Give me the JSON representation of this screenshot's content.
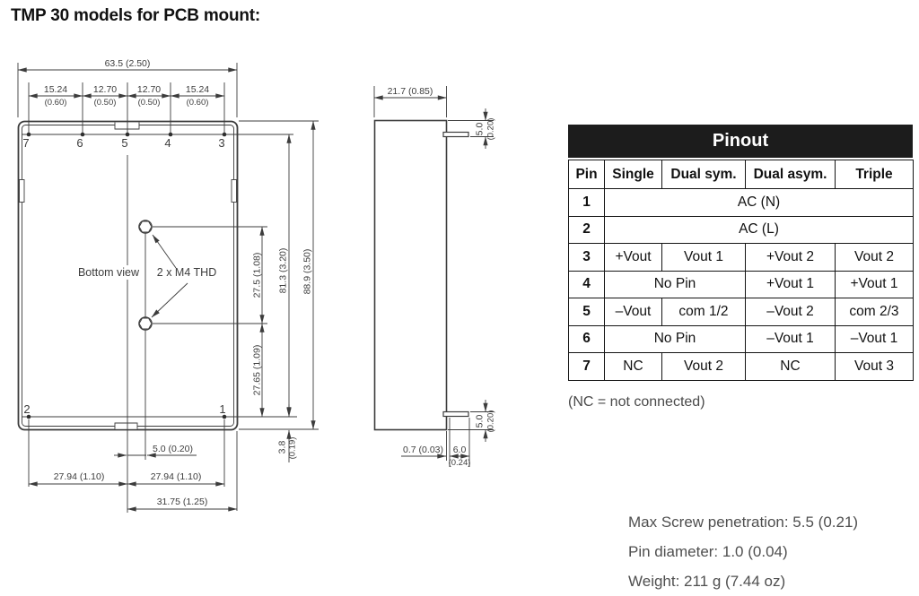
{
  "title": "TMP 30 models for PCB mount:",
  "bottom_view": {
    "view_label": "Bottom view",
    "thread_note": "2 x M4 THD",
    "pins_top": [
      "7",
      "6",
      "5",
      "4",
      "3"
    ],
    "pins_bottom": [
      "2",
      "1"
    ],
    "dim_overall_width": "63.5 (2.50)",
    "dim_pin_pitch": [
      {
        "mm": "15.24",
        "in": "(0.60)"
      },
      {
        "mm": "12.70",
        "in": "(0.50)"
      },
      {
        "mm": "12.70",
        "in": "(0.50)"
      },
      {
        "mm": "15.24",
        "in": "(0.60)"
      }
    ],
    "dim_hole_pitch": "27.5 (1.08)",
    "dim_pin_rows_span": "81.3 (3.20)",
    "dim_overall_height": "88.9 (3.50)",
    "dim_hole_to_pin_row": "27.65 (1.09)",
    "dim_pin_row_to_edge_mm": "3.8",
    "dim_pin_row_to_edge_in": "(0.19)",
    "dim_hole_offset": "5.0 (0.20)",
    "dim_pin2_to_center": "27.94 (1.10)",
    "dim_center_to_pin1": "27.94 (1.10)",
    "dim_center_to_edge": "31.75 (1.25)"
  },
  "side_view": {
    "dim_depth": "21.7 (0.85)",
    "dim_pin_top_mm": "5.0",
    "dim_pin_top_in": "(0.20)",
    "dim_pin_bottom_mm": "5.0",
    "dim_pin_bottom_in": "(0.20)",
    "dim_standoff": "0.7 (0.03)",
    "dim_pin_length_mm": "6.0",
    "dim_pin_length_in": "(0.24)"
  },
  "pinout": {
    "title": "Pinout",
    "headers": [
      "Pin",
      "Single",
      "Dual sym.",
      "Dual asym.",
      "Triple"
    ],
    "rows": [
      {
        "pin": "1",
        "span_all": "AC (N)"
      },
      {
        "pin": "2",
        "span_all": "AC (L)"
      },
      {
        "pin": "3",
        "cells": [
          "+Vout",
          "Vout 1",
          "+Vout 2",
          "Vout 2"
        ]
      },
      {
        "pin": "4",
        "span_two": "No Pin",
        "cells": [
          "+Vout 1",
          "+Vout 1"
        ]
      },
      {
        "pin": "5",
        "cells": [
          "–Vout",
          "com 1/2",
          "–Vout 2",
          "com 2/3"
        ]
      },
      {
        "pin": "6",
        "span_two": "No Pin",
        "cells": [
          "–Vout 1",
          "–Vout 1"
        ]
      },
      {
        "pin": "7",
        "cells": [
          "NC",
          "Vout 2",
          "NC",
          "Vout 3"
        ]
      }
    ],
    "footnote": "(NC = not connected)"
  },
  "notes": [
    "Max Screw penetration: 5.5 (0.21)",
    "Pin diameter: 1.0 (0.04)",
    "Weight: 211 g (7.44 oz)"
  ]
}
